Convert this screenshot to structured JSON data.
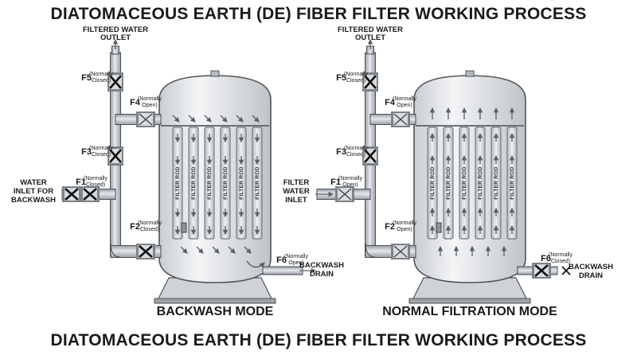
{
  "title_top": "DIATOMACEOUS EARTH (DE) FIBER FILTER WORKING PROCESS",
  "title_bottom": "DIATOMACEOUS EARTH (DE) FIBER FILTER WORKING PROCESS",
  "rod_label": "FILTER ROD",
  "colors": {
    "vessel": "#e8ebee",
    "vessel_stroke": "#505458",
    "pipe": "#c3c8cd",
    "pipe_stroke": "#4a4e52",
    "rod": "#d6dade",
    "arrow": "#5a6068"
  },
  "panels": [
    {
      "key": "backwash",
      "mode_label": "BACKWASH MODE",
      "outlet_label": [
        "FILTERED WATER",
        "OUTLET"
      ],
      "inlet_label": [
        "WATER",
        "INLET FOR",
        "BACKWASH"
      ],
      "drain_label": [
        "BACKWASH",
        "DRAIN"
      ],
      "valves": [
        {
          "id": "F5",
          "note": [
            "(Normally",
            "Closed)"
          ]
        },
        {
          "id": "F4",
          "note": [
            "(Normally",
            "Open)"
          ]
        },
        {
          "id": "F3",
          "note": [
            "(Normally",
            "Closed)"
          ]
        },
        {
          "id": "F1",
          "note": [
            "(Normally",
            "Closed)"
          ]
        },
        {
          "id": "F2",
          "note": [
            "(Normally",
            "Closed)"
          ]
        },
        {
          "id": "F6",
          "note": [
            "(Normally",
            "Open)"
          ]
        }
      ]
    },
    {
      "key": "filtration",
      "mode_label": "NORMAL FILTRATION MODE",
      "outlet_label": [
        "FILTERED WATER",
        "OUTLET"
      ],
      "inlet_label": [
        "FILTER",
        "WATER",
        "INLET"
      ],
      "drain_label": [
        "BACKWASH",
        "DRAIN"
      ],
      "valves": [
        {
          "id": "F5",
          "note": [
            "(Normally",
            "Closed)"
          ]
        },
        {
          "id": "F4",
          "note": [
            "(Normally",
            "Open)"
          ]
        },
        {
          "id": "F3",
          "note": [
            "(Normally",
            "Closed)"
          ]
        },
        {
          "id": "F1",
          "note": [
            "(Normally",
            "Open)"
          ]
        },
        {
          "id": "F2",
          "note": [
            "(Normally",
            "Open)"
          ]
        },
        {
          "id": "F6",
          "note": [
            "(Normally",
            "Closed)"
          ]
        }
      ]
    }
  ]
}
